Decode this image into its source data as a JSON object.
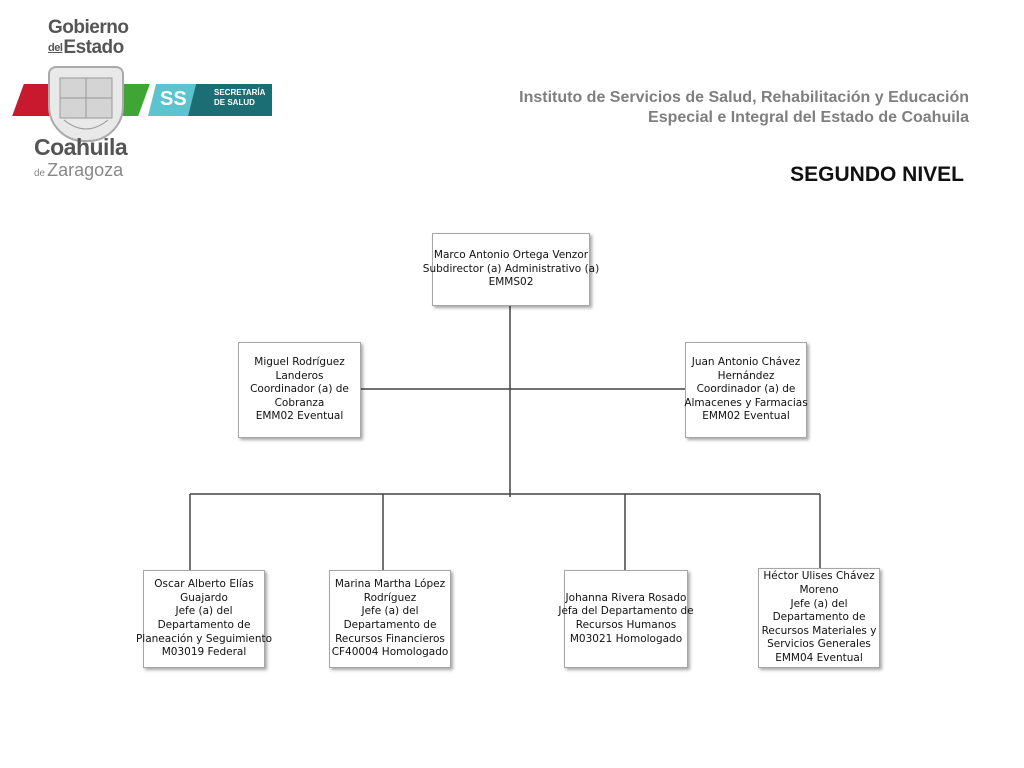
{
  "logo": {
    "gobierno": "Gobierno",
    "del": "del",
    "estado": "Estado",
    "ss": "SS",
    "secretaria_1": "SECRETARÍA",
    "secretaria_2": "DE SALUD",
    "coahuila": "Coahuila",
    "de": "de",
    "zaragoza": "Zaragoza",
    "colors": {
      "red": "#c8192e",
      "green": "#3fa535",
      "teal": "#1b6e73",
      "light_teal": "#5cc4cf"
    }
  },
  "header": {
    "institute_line1": "Instituto de Servicios de Salud, Rehabilitación y Educación",
    "institute_line2": "Especial e Integral del Estado de Coahuila",
    "level_title": "SEGUNDO NIVEL"
  },
  "nodes": {
    "root": {
      "lines": [
        "Marco Antonio Ortega Venzor",
        "Subdirector (a) Administrativo (a)",
        "EMMS02"
      ]
    },
    "left_coord": {
      "lines": [
        "Miguel Rodríguez",
        "Landeros",
        "Coordinador (a) de",
        "Cobranza",
        "EMM02 Eventual"
      ]
    },
    "right_coord": {
      "lines": [
        "Juan Antonio Chávez",
        "Hernández",
        "Coordinador (a) de",
        "Almacenes y Farmacias",
        "EMM02 Eventual"
      ]
    },
    "dept_planeacion": {
      "lines": [
        "Oscar Alberto Elías",
        "Guajardo",
        "Jefe (a) del",
        "Departamento de",
        "Planeación y Seguimiento",
        "M03019 Federal"
      ]
    },
    "dept_financieros": {
      "lines": [
        "Marina Martha López",
        "Rodríguez",
        "Jefe (a) del",
        "Departamento de",
        "Recursos Financieros",
        "CF40004 Homologado"
      ]
    },
    "dept_humanos": {
      "lines": [
        "Johanna Rivera Rosado",
        "Jefa del Departamento de",
        "Recursos Humanos",
        "M03021 Homologado"
      ]
    },
    "dept_materiales": {
      "lines": [
        "Héctor Ulises Chávez",
        "Moreno",
        "Jefe  (a) del",
        "Departamento  de",
        "Recursos Materiales y",
        "Servicios Generales",
        "EMM04 Eventual"
      ]
    }
  }
}
